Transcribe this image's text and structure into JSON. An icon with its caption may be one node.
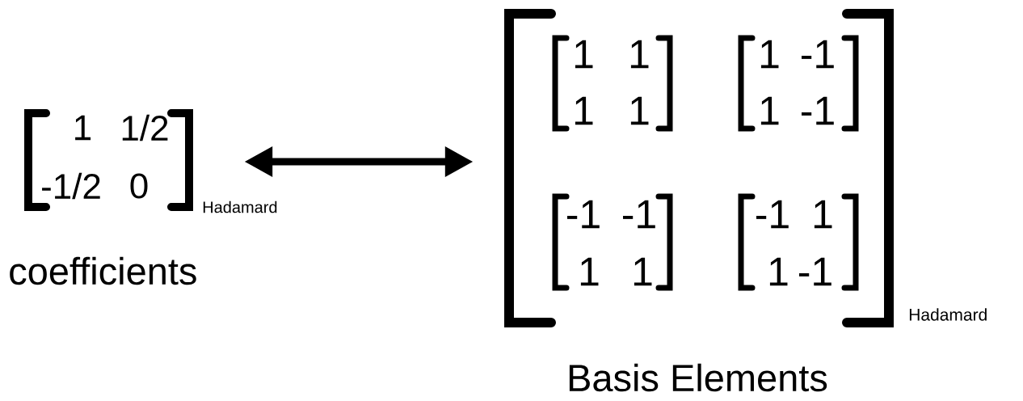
{
  "diagram": {
    "nodes": [
      {
        "text": [
          "1",
          "1/2",
          "-1/2",
          "0"
        ],
        "beside": [
          "Hadamard",
          "coefficients"
        ]
      },
      {
        "text": [],
        "shape": "box",
        "beside": [
          "Hadamard",
          "Basis Elements"
        ]
      },
      {
        "text": [
          "1",
          "1",
          "1",
          "1"
        ],
        "in": 1
      },
      {
        "text": [
          "1",
          "-1",
          "1",
          "-1"
        ],
        "in": 1
      },
      {
        "text": [
          "-1",
          "-1",
          "1",
          "1"
        ],
        "in": 1
      },
      {
        "text": [
          "-1",
          "1",
          "1",
          "-1"
        ],
        "in": 1
      }
    ],
    "edges": [
      {
        "from": 0,
        "to": 1,
        "arrow": "both"
      }
    ]
  }
}
